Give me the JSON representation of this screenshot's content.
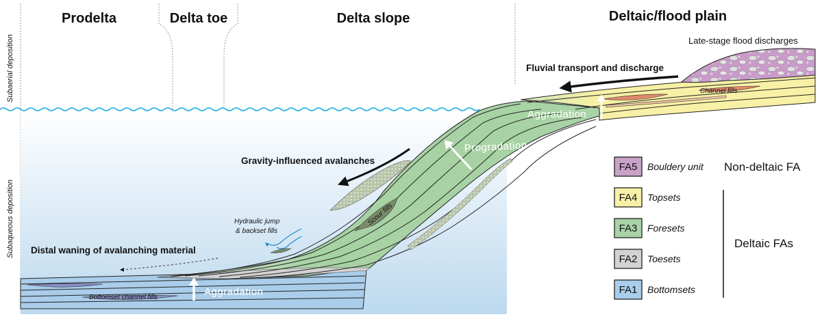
{
  "zones": {
    "prodelta": "Prodelta",
    "delta_toe": "Delta toe",
    "delta_slope": "Delta slope",
    "plain": "Deltaic/flood plain"
  },
  "side_labels": {
    "subaerial": "Subaerial deposition",
    "subaqueous": "Subaqueous deposition"
  },
  "annotations": {
    "late_stage": "Late-stage flood discharges",
    "fluvial": "Fluvial transport and discharge",
    "channel_fills": "Channel fills",
    "aggradation_top": "Aggradation",
    "progradation": "Progradation",
    "gravity": "Gravity-influenced avalanches",
    "scour_fills": "Scour fills",
    "hydraulic_line1": "Hydraulic jump",
    "hydraulic_line2": "& backset fills",
    "distal": "Distal waning of avalanching material",
    "bottomset_channel": "Bottomset channel fills",
    "aggradation_bottom": "Aggradation"
  },
  "legend": {
    "items": [
      {
        "code": "FA5",
        "name": "Bouldery unit",
        "color": "#c9a2c9"
      },
      {
        "code": "FA4",
        "name": "Topsets",
        "color": "#f7f0a6"
      },
      {
        "code": "FA3",
        "name": "Foresets",
        "color": "#a9d3a6"
      },
      {
        "code": "FA2",
        "name": "Toesets",
        "color": "#d2d2d2"
      },
      {
        "code": "FA1",
        "name": "Bottomsets",
        "color": "#a9cdea"
      }
    ],
    "non_deltaic": "Non-deltaic FA",
    "deltaic": "Deltaic FAs"
  },
  "colors": {
    "water_line": "#38b6e6",
    "bottomset": "#a9cdea",
    "foreset": "#a9d3a6",
    "topset": "#f7f0a6",
    "toeset": "#d2d2d2",
    "bouldery": "#c9a2c9"
  }
}
